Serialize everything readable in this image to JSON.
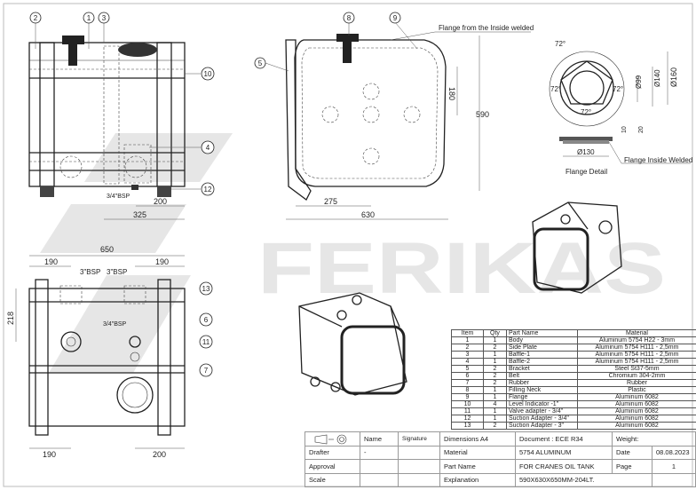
{
  "watermark": {
    "brand": "FERIKAS"
  },
  "front_view": {
    "balloons": [
      "2",
      "1",
      "3",
      "10",
      "4",
      "12"
    ],
    "bsp_label": "3/4\"BSP",
    "dims": [
      "200",
      "325"
    ]
  },
  "top_view": {
    "balloons": [
      "13",
      "6",
      "11",
      "7"
    ],
    "dims_top": [
      "650",
      "190",
      "190"
    ],
    "bsp_labels": [
      "3\"BSP",
      "3\"BSP",
      "3/4\"BSP"
    ],
    "dim_vertical": "218",
    "dims_bottom": [
      "190",
      "200"
    ]
  },
  "side_view": {
    "balloons": [
      "8",
      "9",
      "5"
    ],
    "note": "Flange from the Inside welded",
    "dims": [
      "180",
      "590",
      "275",
      "630"
    ]
  },
  "flange_detail": {
    "angles": [
      "72°",
      "72°",
      "72°",
      "72°"
    ],
    "diameters": [
      "Ø99",
      "Ø140",
      "Ø160",
      "Ø130"
    ],
    "heights": [
      "10",
      "20"
    ],
    "note": "Flange Inside Welded",
    "title": "Flange Detail"
  },
  "parts_table": {
    "headers": [
      "Item",
      "Qty",
      "Part Name",
      "Material"
    ],
    "rows": [
      [
        "1",
        "1",
        "Body",
        "Aluminum 5754 H22 - 3mm"
      ],
      [
        "2",
        "2",
        "Side Plate",
        "Aluminum 5754 H111 - 2,5mm"
      ],
      [
        "3",
        "1",
        "Baffle-1",
        "Aluminum 5754 H111 - 2,5mm"
      ],
      [
        "4",
        "1",
        "Baffle-2",
        "Aluminum 5754 H111 - 2,5mm"
      ],
      [
        "5",
        "2",
        "Bracket",
        "Steel St37-5mm"
      ],
      [
        "6",
        "2",
        "Belt",
        "Chromium 304-2mm"
      ],
      [
        "7",
        "2",
        "Rubber",
        "Rubber"
      ],
      [
        "8",
        "1",
        "Filling Neck",
        "Plastic"
      ],
      [
        "9",
        "1",
        "Flange",
        "Aluminum 6082"
      ],
      [
        "10",
        "4",
        "Level Indicator -1\"",
        "Aluminum 6082"
      ],
      [
        "11",
        "1",
        "Valve adapter - 3/4\"",
        "Aluminum 6082"
      ],
      [
        "12",
        "1",
        "Suction Adapter - 3/4\"",
        "Aluminum 6082"
      ],
      [
        "13",
        "2",
        "Suction Adapter - 3\"",
        "Aluminum 6082"
      ]
    ]
  },
  "title_block": {
    "name": "Name",
    "signature": "Signature",
    "dimensions": "Dimensions  A4",
    "document": "Document : ECE R34",
    "weight": "Weight:",
    "drafter": "Drafter",
    "drafter_name": "-",
    "material_label": "Material",
    "material": "5754 ALUMINUM",
    "date_label": "Date",
    "date": "08.08.2023",
    "approval": "Approval",
    "part_name_label": "Part Name",
    "part_name": "FOR CRANES OIL TANK",
    "page_label": "Page",
    "page": "1",
    "scale": "Scale",
    "explanation_label": "Explanation",
    "explanation": "590X630X650MM-204LT."
  }
}
